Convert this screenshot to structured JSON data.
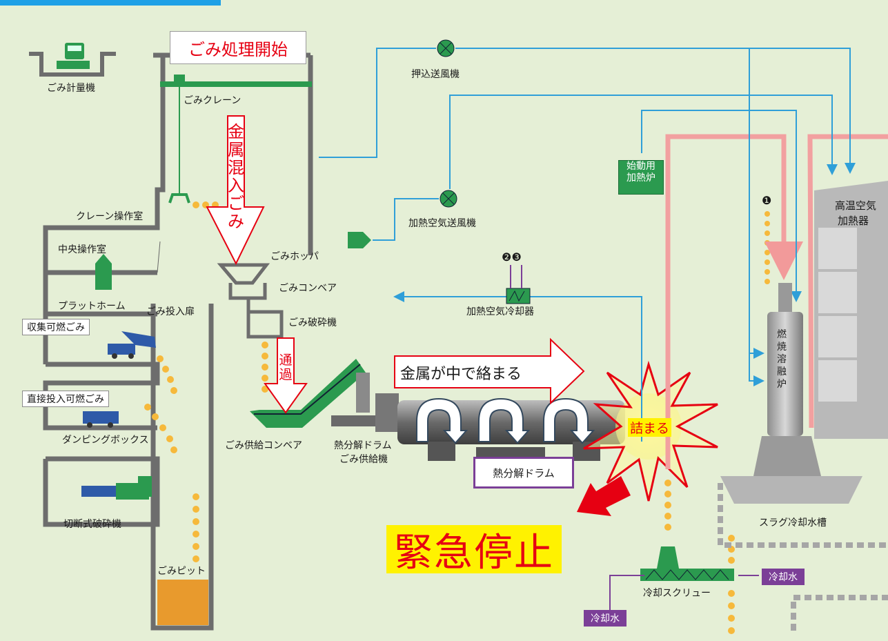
{
  "labels": {
    "weighbridge": "ごみ計量機",
    "crane": "ごみクレーン",
    "crane_room": "クレーン操作室",
    "central_room": "中央操作室",
    "platform": "プラットホーム",
    "input_door": "ごみ投入扉",
    "collected": "収集可燃ごみ",
    "direct": "直接投入可燃ごみ",
    "dumping_box": "ダンピングボックス",
    "shredder": "切断式破砕機",
    "pit": "ごみピット",
    "hopper": "ごみホッパ",
    "conveyor": "ごみコンベア",
    "crusher": "ごみ破砕機",
    "supply_conveyor": "ごみ供給コンベア",
    "drum_feeder_line1": "熱分解ドラム",
    "drum_feeder_line2": "ごみ供給機",
    "push_fan": "押込送風機",
    "heat_fan": "加熱空気送風機",
    "air_cooler": "加熱空気冷却器",
    "start_heater_line1": "始動用",
    "start_heater_line2": "加熱炉",
    "hot_air_line1": "高温空気",
    "hot_air_line2": "加熱器",
    "furnace": "燃焼溶融炉",
    "slag_tank": "スラグ冷却水槽",
    "cooling_screw": "冷却スクリュー",
    "cooling_water_in": "冷却水",
    "cooling_water_out": "冷却水",
    "drum": "熱分解ドラム",
    "num1": "❶",
    "num23": "❷❸"
  },
  "callouts": {
    "start": "ごみ処理開始",
    "metal_mixed": [
      "金",
      "属",
      "混",
      "入",
      "ご",
      "み"
    ],
    "pass": [
      "通",
      "過"
    ],
    "metal_tangle": "金属が中で絡まる",
    "jam": "詰まる",
    "emergency": "緊急停止"
  },
  "colors": {
    "background": "#e5efd6",
    "structure": "#6d6d6d",
    "air_line": "#2f9fd8",
    "hot_line": "#f2a0a0",
    "green": "#2b9a4f",
    "purple": "#7b3f97",
    "red": "#e60012",
    "yellow": "#fff200",
    "flow_dots": "#f6b93b"
  }
}
